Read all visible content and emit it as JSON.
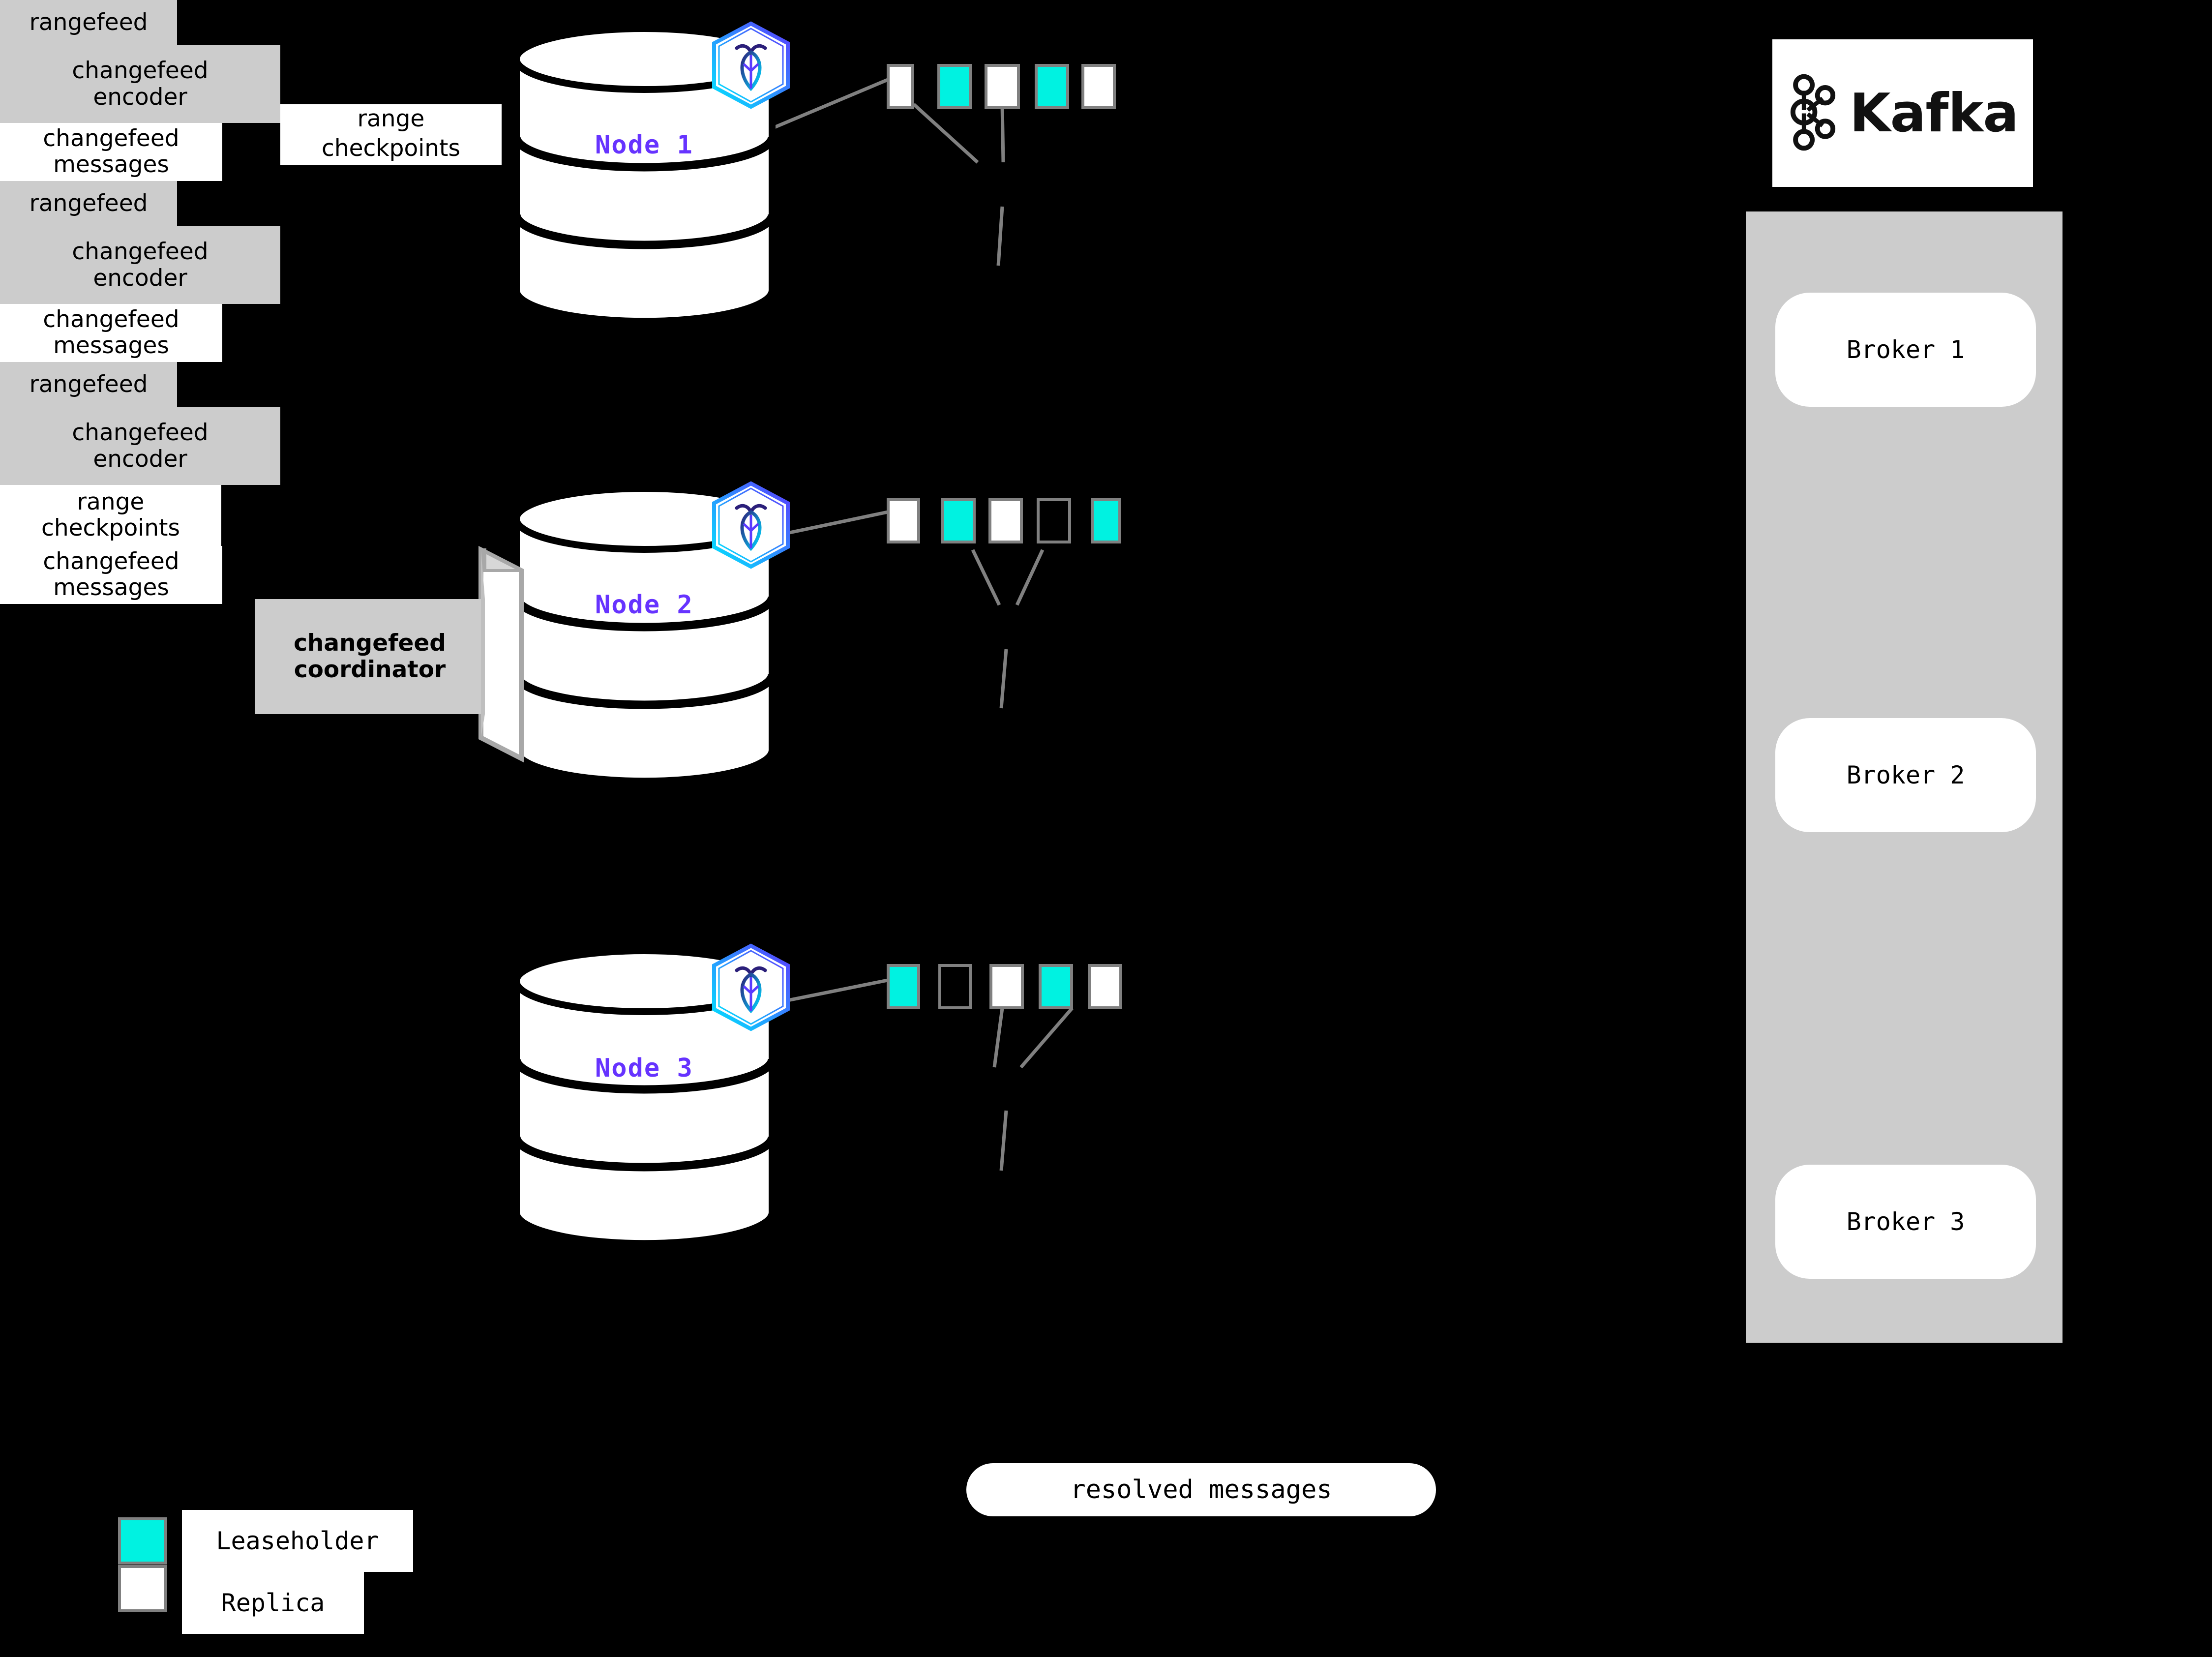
{
  "diagram": {
    "title": "CockroachDB changefeed to Kafka architecture",
    "background": "#000000",
    "colors": {
      "leaseholder": "#00f2e1",
      "replica": "#ffffff",
      "range_border": "#808080",
      "node_label": "#6633ff",
      "grey_box": "#cccccc",
      "wire": "#808080"
    }
  },
  "nodes": [
    {
      "id": "node-1",
      "label": "Node 1",
      "badge_icon": "cockroachdb-hex-icon",
      "ranges": [
        "replica",
        "leaseholder",
        "replica",
        "leaseholder",
        "replica"
      ],
      "rangefeed_label": "rangefeed",
      "encoder_label": "changefeed\nencoder",
      "encoder_line1": "changefeed",
      "encoder_line2": "encoder",
      "checkpoint_line1": "range",
      "checkpoint_line2": "checkpoints",
      "messages_line1": "changefeed",
      "messages_line2": "messages"
    },
    {
      "id": "node-2",
      "label": "Node 2",
      "badge_icon": "cockroachdb-hex-icon",
      "ranges": [
        "replica",
        "leaseholder",
        "replica",
        "empty",
        "leaseholder"
      ],
      "rangefeed_label": "rangefeed",
      "encoder_line1": "changefeed",
      "encoder_line2": "encoder",
      "coordinator_line1": "changefeed",
      "coordinator_line2": "coordinator",
      "messages_line1": "changefeed",
      "messages_line2": "messages"
    },
    {
      "id": "node-3",
      "label": "Node 3",
      "badge_icon": "cockroachdb-hex-icon",
      "ranges": [
        "leaseholder",
        "empty",
        "replica",
        "leaseholder",
        "replica"
      ],
      "rangefeed_label": "rangefeed",
      "encoder_line1": "changefeed",
      "encoder_line2": "encoder",
      "checkpoint_line1": "range",
      "checkpoint_line2": "checkpoints",
      "messages_line1": "changefeed",
      "messages_line2": "messages"
    }
  ],
  "kafka": {
    "wordmark": "Kafka",
    "logo_icon": "kafka-nodes-icon",
    "brokers": [
      "Broker 1",
      "Broker 2",
      "Broker 3"
    ]
  },
  "resolved": {
    "label": "resolved messages"
  },
  "legend": {
    "items": [
      {
        "swatch": "leaseholder",
        "label": "Leaseholder"
      },
      {
        "swatch": "replica",
        "label": "Replica"
      }
    ]
  }
}
